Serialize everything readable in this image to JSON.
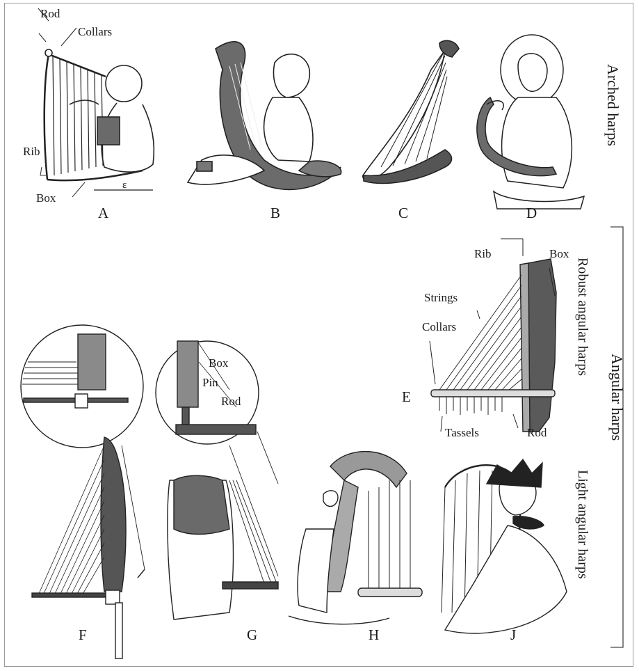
{
  "sections": {
    "arched": "Arched harps",
    "angular": "Angular harps",
    "robust": "Robust angular harps",
    "light": "Light angular harps"
  },
  "figures": {
    "A": {
      "caption": "A",
      "labels": {
        "rod": "Rod",
        "collars": "Collars",
        "rib": "Rib",
        "box": "Box",
        "scale": "ε"
      }
    },
    "B": {
      "caption": "B"
    },
    "C": {
      "caption": "C"
    },
    "D": {
      "caption": "D"
    },
    "E": {
      "caption": "E",
      "labels": {
        "rib": "Rib",
        "box": "Box",
        "strings": "Strings",
        "collars": "Collars",
        "tassels": "Tassels",
        "rod": "Rod"
      }
    },
    "F": {
      "caption": "F"
    },
    "G": {
      "caption": "G",
      "labels": {
        "box": "Box",
        "pin": "Pin",
        "rod": "Rod"
      }
    },
    "H": {
      "caption": "H"
    },
    "J": {
      "caption": "J"
    }
  }
}
